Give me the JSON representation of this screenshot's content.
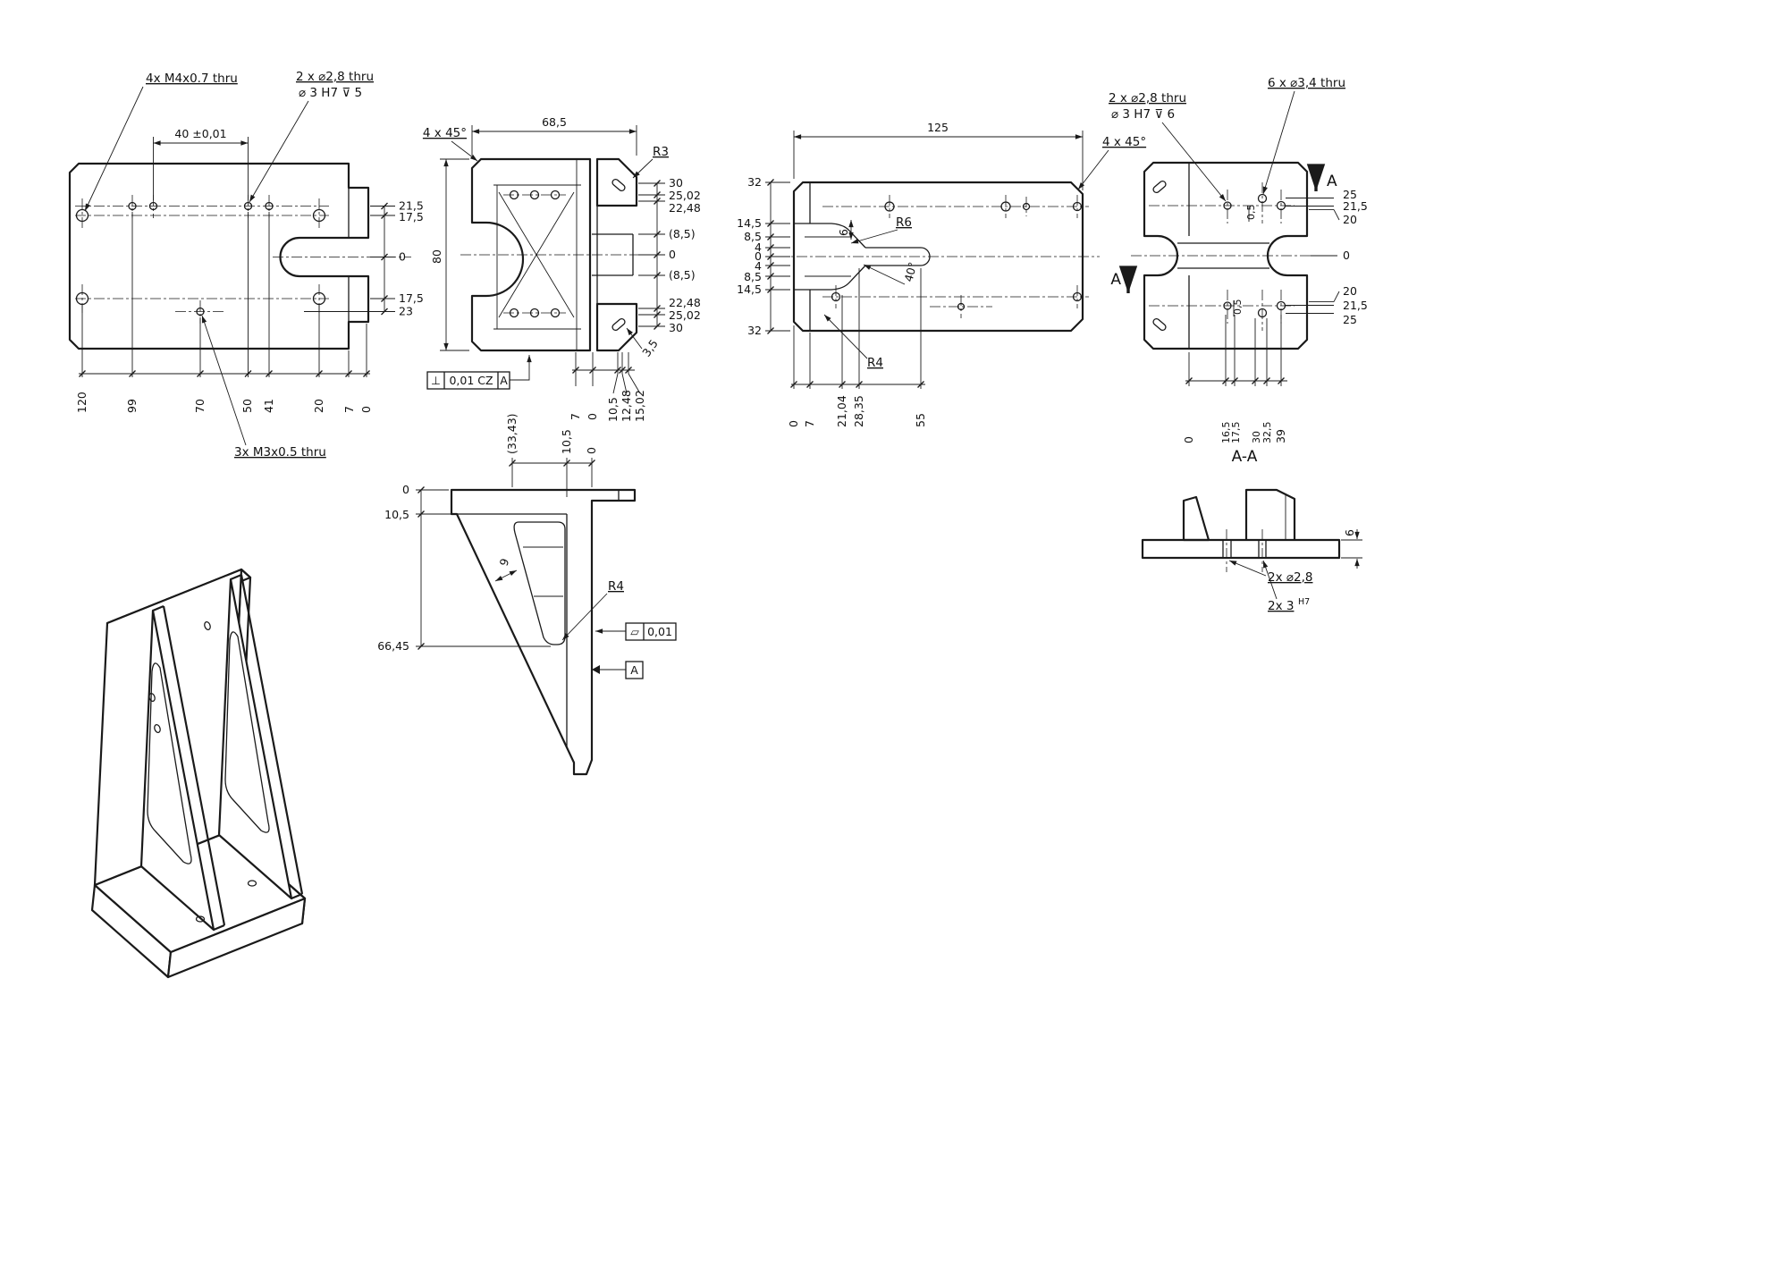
{
  "colors": {
    "line": "#1a1a1a",
    "background": "#ffffff"
  },
  "view1": {
    "callout_m4": "4x M4x0.7 thru",
    "callout_dowel1": "2 x ⌀2,8 thru",
    "callout_dowel2": "⌀ 3 H7 ⊽ 5",
    "callout_m3": "3x M3x0.5 thru",
    "dim_pitch": "40 ±0,01",
    "right_dims": [
      "21,5",
      "17,5",
      "0",
      "17,5",
      "23"
    ],
    "bottom_dims": [
      "120",
      "99",
      "70",
      "50",
      "41",
      "20",
      "7",
      "0"
    ]
  },
  "view2": {
    "dim_width": "68,5",
    "callout_chamfer": "4 x 45°",
    "callout_r3": "R3",
    "dim_height": "80",
    "right_dims": [
      "30",
      "25,02",
      "22,48",
      "(8,5)",
      "0",
      "(8,5)",
      "22,48",
      "25,02",
      "30"
    ],
    "dim_slot": "3,5",
    "bottom_dims": [
      "7",
      "0",
      "10,5",
      "12,48",
      "15,02"
    ],
    "fcf": {
      "sym": "⊥",
      "tol": "0,01 CZ",
      "datum": "A"
    }
  },
  "view3": {
    "top_dims": [
      "(33,43)",
      "10,5",
      "0"
    ],
    "left_dims": [
      "0",
      "10,5",
      "66,45"
    ],
    "dim_rib": "9",
    "callout_r4": "R4",
    "fcf": {
      "sym": "▱",
      "tol": "0,01"
    },
    "datum": "A"
  },
  "view4": {
    "dim_length": "125",
    "callout_chamfer": "4 x 45°",
    "left_dims": [
      "32",
      "14,5",
      "8,5",
      "4",
      "0",
      "4",
      "8,5",
      "14,5",
      "32"
    ],
    "dim_6": "6",
    "callout_r6": "R6",
    "dim_angle": "40°",
    "callout_r4": "R4",
    "bottom_dims": [
      "0",
      "7",
      "21,04",
      "28,35",
      "55"
    ]
  },
  "view5": {
    "callout_dowel1": "2 x ⌀2,8 thru",
    "callout_dowel2": "⌀ 3 H7 ⊽ 6",
    "callout_holes": "6 x ⌀3,4 thru",
    "section_label": "A",
    "right_dims": [
      "25",
      "21,5",
      "20",
      "0",
      "20",
      "21,5",
      "25"
    ],
    "offset_dims": [
      "0,5",
      "0,5"
    ],
    "bottom_dims": [
      "0",
      "16,5",
      "17,5",
      "30",
      "32,5",
      "39"
    ]
  },
  "section": {
    "title": "A-A",
    "dim_thk": "6",
    "callout_holes": "2x ⌀2,8",
    "callout_ream_base": "2x 3",
    "callout_ream_sup": "H7"
  }
}
